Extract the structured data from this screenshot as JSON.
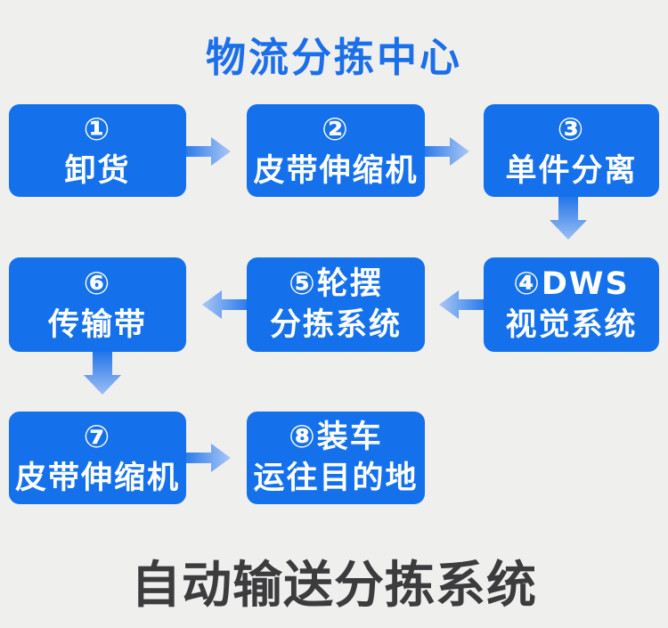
{
  "page": {
    "background_color": "#efefee"
  },
  "header": {
    "title": "物流分拣中心",
    "color": "#1b6fe9"
  },
  "flow": {
    "box_color": "#1471eb",
    "box_text_color": "#ffffff",
    "arrow_color_dark": "#2e7ceb",
    "arrow_color_light": "#aac7f5",
    "nodes": [
      {
        "lines": [
          "①",
          "卸货"
        ]
      },
      {
        "lines": [
          "②",
          "皮带伸缩机"
        ]
      },
      {
        "lines": [
          "③",
          "单件分离"
        ]
      },
      {
        "lines": [
          "④DWS",
          "视觉系统"
        ]
      },
      {
        "lines": [
          "⑤轮摆",
          "分拣系统"
        ]
      },
      {
        "lines": [
          "⑥",
          "传输带"
        ]
      },
      {
        "lines": [
          "⑦",
          "皮带伸缩机"
        ]
      },
      {
        "lines": [
          "⑧装车",
          "运往目的地"
        ]
      }
    ],
    "edges": [
      {
        "from": "1",
        "to": "2",
        "direction": "right"
      },
      {
        "from": "2",
        "to": "3",
        "direction": "right"
      },
      {
        "from": "3",
        "to": "4",
        "direction": "down"
      },
      {
        "from": "4",
        "to": "5",
        "direction": "left"
      },
      {
        "from": "5",
        "to": "6",
        "direction": "left"
      },
      {
        "from": "6",
        "to": "7",
        "direction": "down"
      },
      {
        "from": "7",
        "to": "8",
        "direction": "right"
      }
    ]
  },
  "footer": {
    "title": "自动输送分拣系统",
    "color": "#3c3c3e"
  }
}
